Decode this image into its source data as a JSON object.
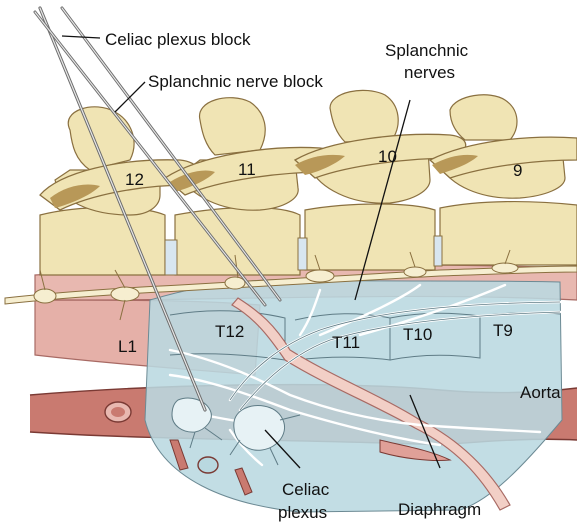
{
  "labels": {
    "celiac_block": "Celiac plexus block",
    "splanchnic_block": "Splanchnic nerve block",
    "splanchnic_nerves_1": "Splanchnic",
    "splanchnic_nerves_2": "nerves",
    "rib_12": "12",
    "rib_11": "11",
    "rib_10": "10",
    "rib_9": "9",
    "l1": "L1",
    "t12": "T12",
    "t11": "T11",
    "t10": "T10",
    "t9": "T9",
    "aorta": "Aorta",
    "celiac_plexus_1": "Celiac",
    "celiac_plexus_2": "plexus",
    "diaphragm": "Diaphragm"
  },
  "colors": {
    "bone": "#f0e4b4",
    "bone_shade": "#b89858",
    "muscle": "#e8b8b0",
    "aorta": "#c97a70",
    "region": "#b9d8e0",
    "nerve": "#ffffff",
    "needle": "#6e6e6e"
  }
}
